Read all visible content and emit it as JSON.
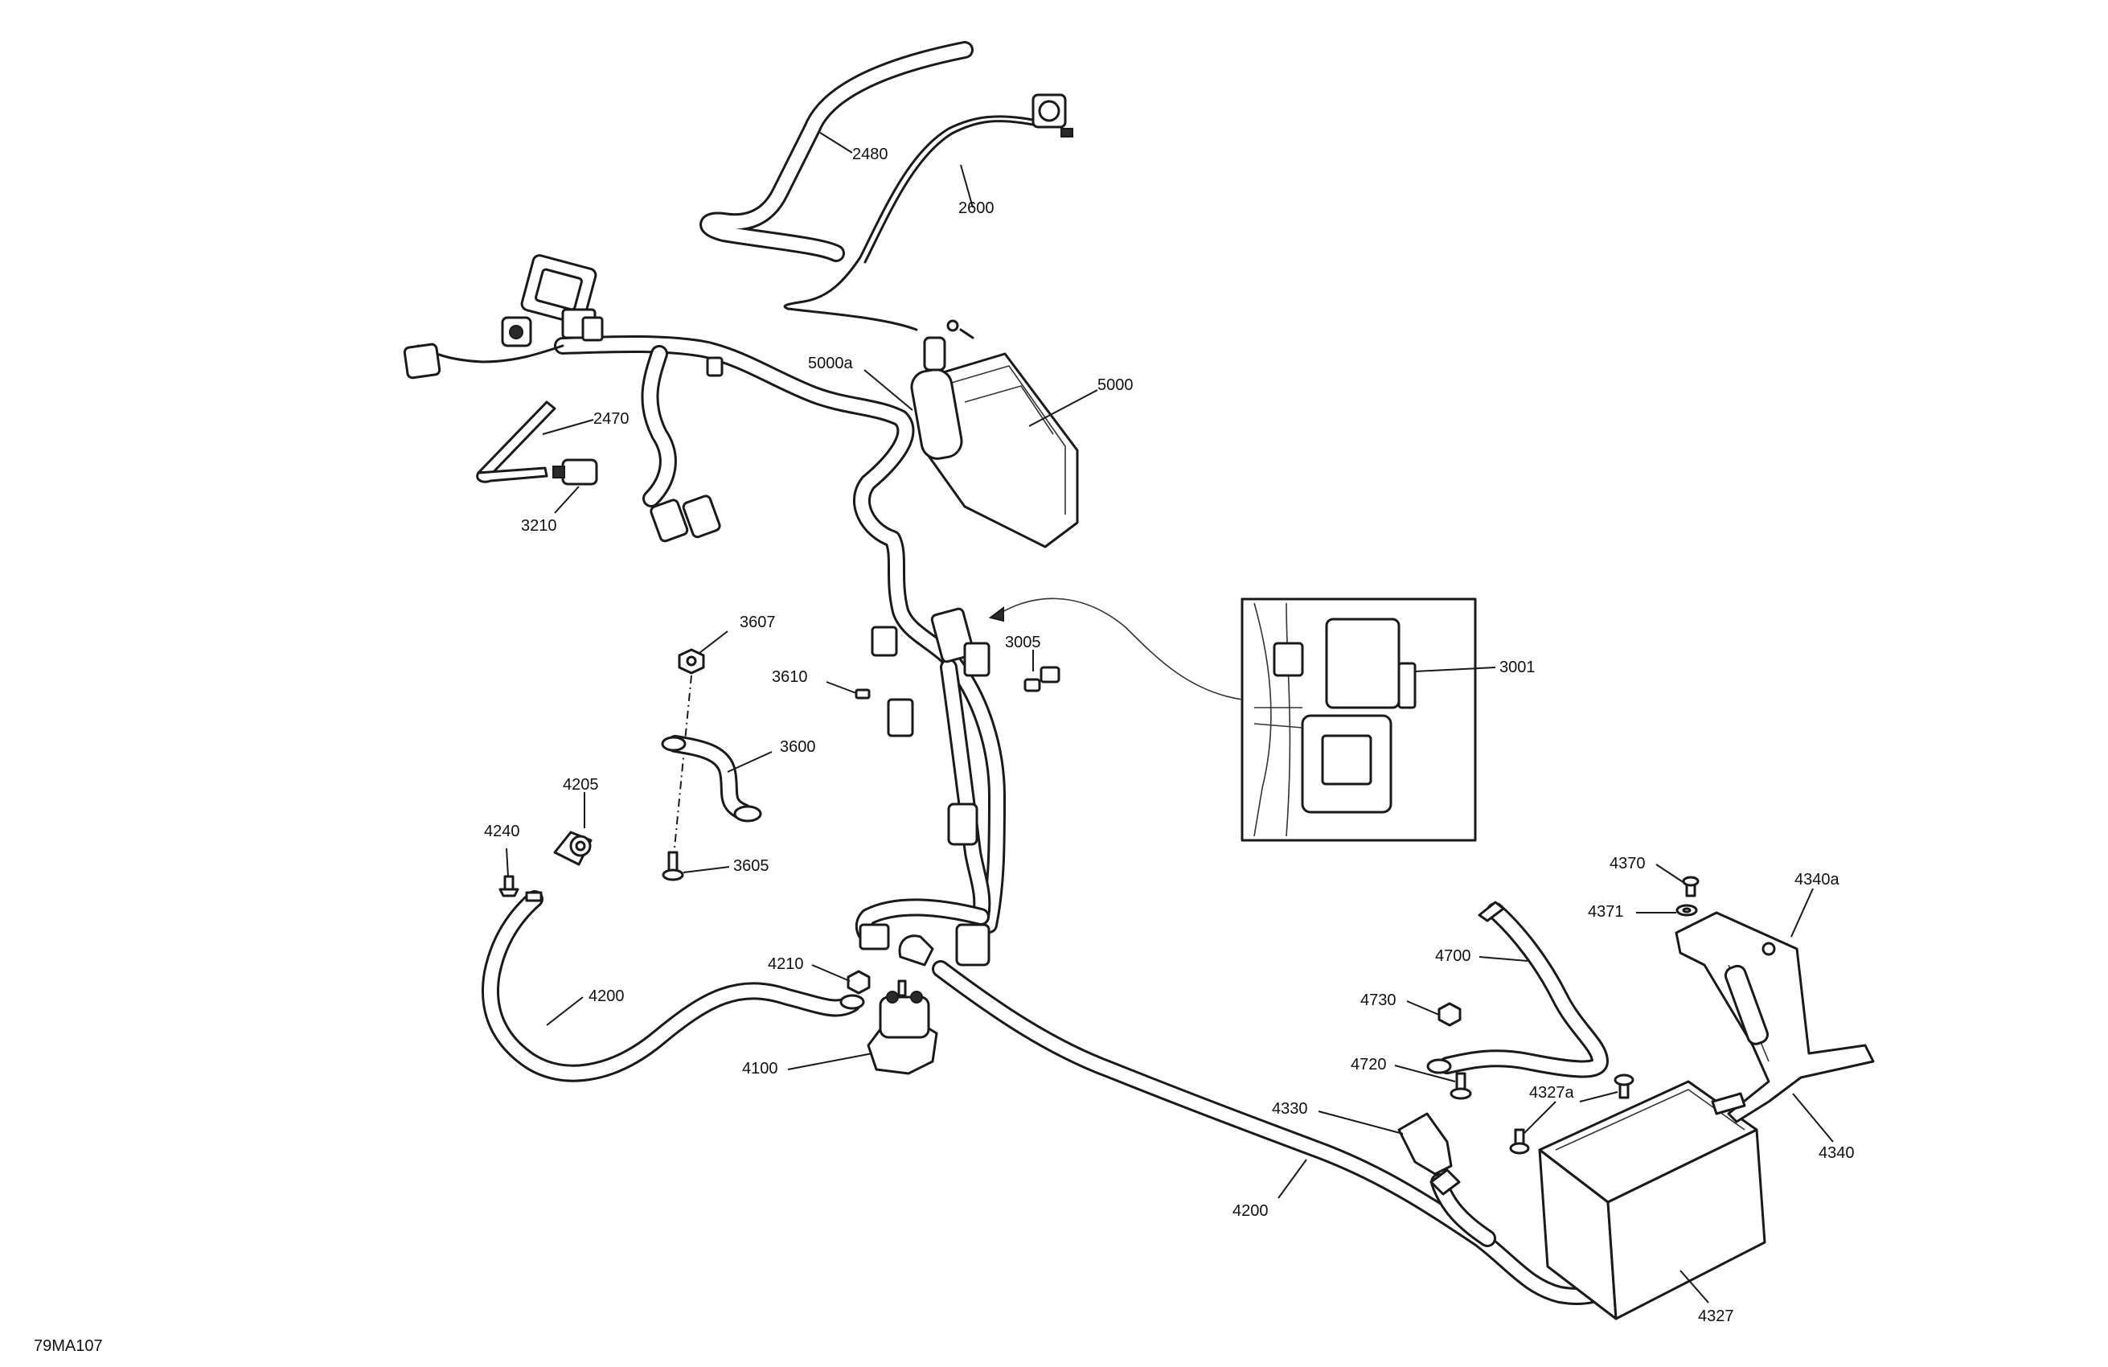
{
  "figure_ref": "79MA107",
  "callouts": {
    "c2480": "2480",
    "c2600": "2600",
    "c5000a": "5000a",
    "c5000": "5000",
    "c2470": "2470",
    "c3210": "3210",
    "c3607": "3607",
    "c3005": "3005",
    "c3610": "3610",
    "c3600": "3600",
    "c3001": "3001",
    "c4205": "4205",
    "c4240": "4240",
    "c3605": "3605",
    "c4210": "4210",
    "c4200a": "4200",
    "c4100": "4100",
    "c4370": "4370",
    "c4340a": "4340a",
    "c4371": "4371",
    "c4700": "4700",
    "c4730": "4730",
    "c4720": "4720",
    "c4327a": "4327a",
    "c4330": "4330",
    "c4340": "4340",
    "c4200b": "4200",
    "c4327": "4327"
  }
}
